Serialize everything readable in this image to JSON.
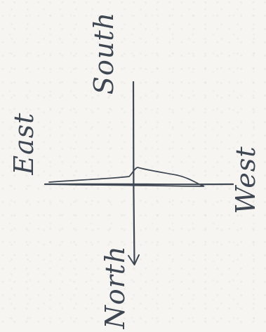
{
  "diagram": {
    "labels": {
      "east": "East",
      "south": "South",
      "west": "West",
      "north": "North"
    },
    "colors": {
      "ink": "#3f4753",
      "paper": "#f6f5f2"
    }
  }
}
